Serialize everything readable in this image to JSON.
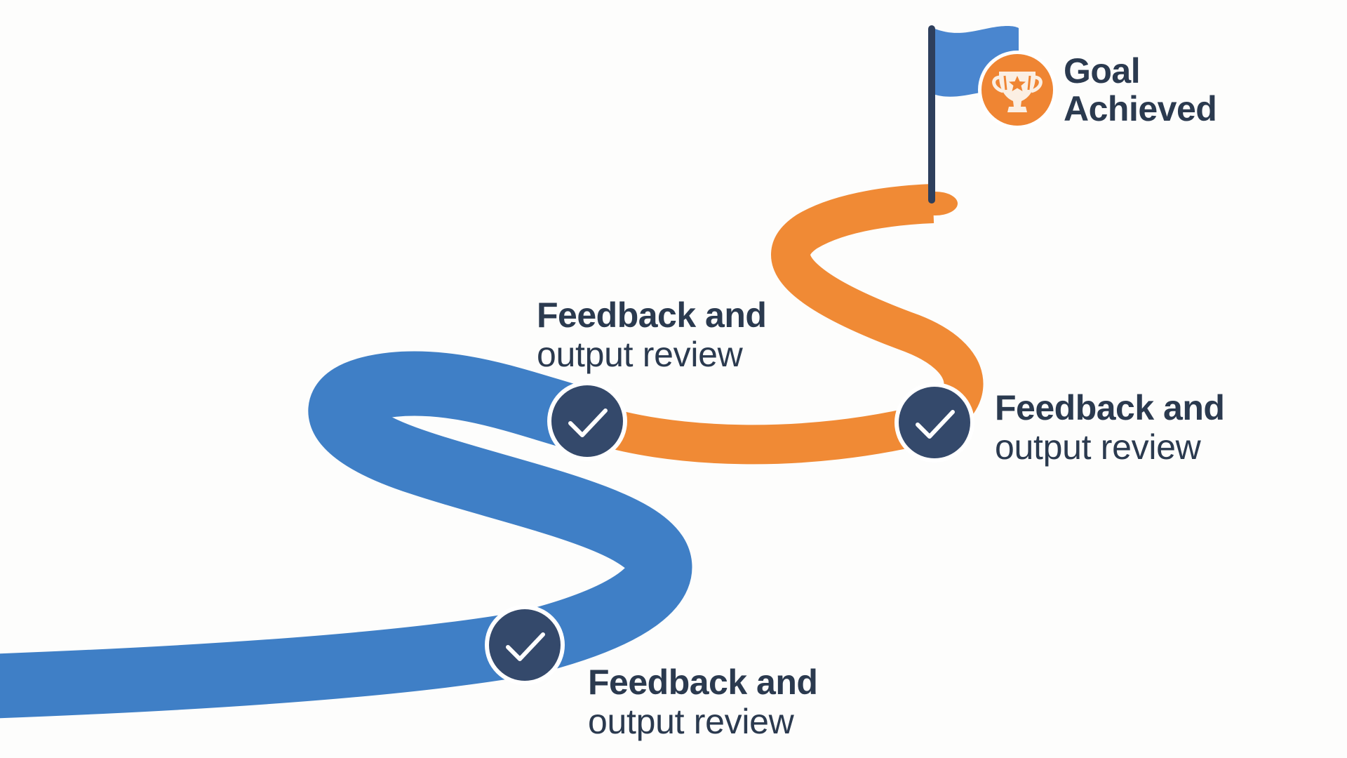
{
  "diagram": {
    "type": "winding-roadmap",
    "colors": {
      "background": "#fdfdfc",
      "path_early": "#3f7fc6",
      "path_late": "#f08a35",
      "milestone_fill": "#34496b",
      "milestone_ring": "#ffffff",
      "checkmark": "#ffffff",
      "text": "#2b3a4f",
      "flag": "#4a86cf",
      "flag_pole": "#2e3f5c",
      "trophy_badge": "#ef8533",
      "trophy": "#fbefe3"
    },
    "milestones": [
      {
        "id": "milestone-1",
        "icon": "check-icon",
        "status": "completed",
        "title": "Feedback and",
        "subtitle": "output review"
      },
      {
        "id": "milestone-2",
        "icon": "check-icon",
        "status": "completed",
        "title": "Feedback and",
        "subtitle": "output review"
      },
      {
        "id": "milestone-3",
        "icon": "check-icon",
        "status": "completed",
        "title": "Feedback and",
        "subtitle": "output review"
      }
    ],
    "goal": {
      "icon": "trophy-icon",
      "marker": "flag-icon",
      "line1": "Goal",
      "line2": "Achieved"
    }
  }
}
